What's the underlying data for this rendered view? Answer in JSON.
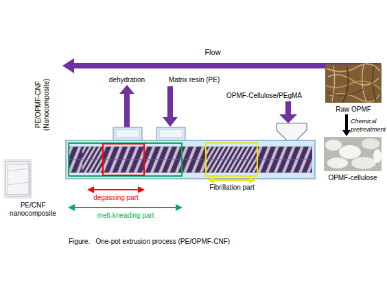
{
  "diagram": {
    "caption": "Figure.   One-pot extrusion process (PE/OPMF-CNF)",
    "nodes": [
      {
        "text": [
          "Raw OPMF"
        ]
      },
      {
        "text": [
          "OPMF-cellulose"
        ]
      },
      {
        "text": [
          "PE/CNF nanocomposite"
        ]
      }
    ],
    "edges": [
      {
        "from": 0,
        "to": 1,
        "arrow": "to",
        "label": "Chemical pretreatment"
      }
    ],
    "labels": [
      "Flow",
      "OPMF-Cellulose/PEgMA",
      "dehydration",
      "Matrix resin (PE)",
      "PE/OPMF-CNF (Nanocomposite)",
      "degassing part",
      "melt-kneading part",
      "Fibrillation part"
    ]
  }
}
